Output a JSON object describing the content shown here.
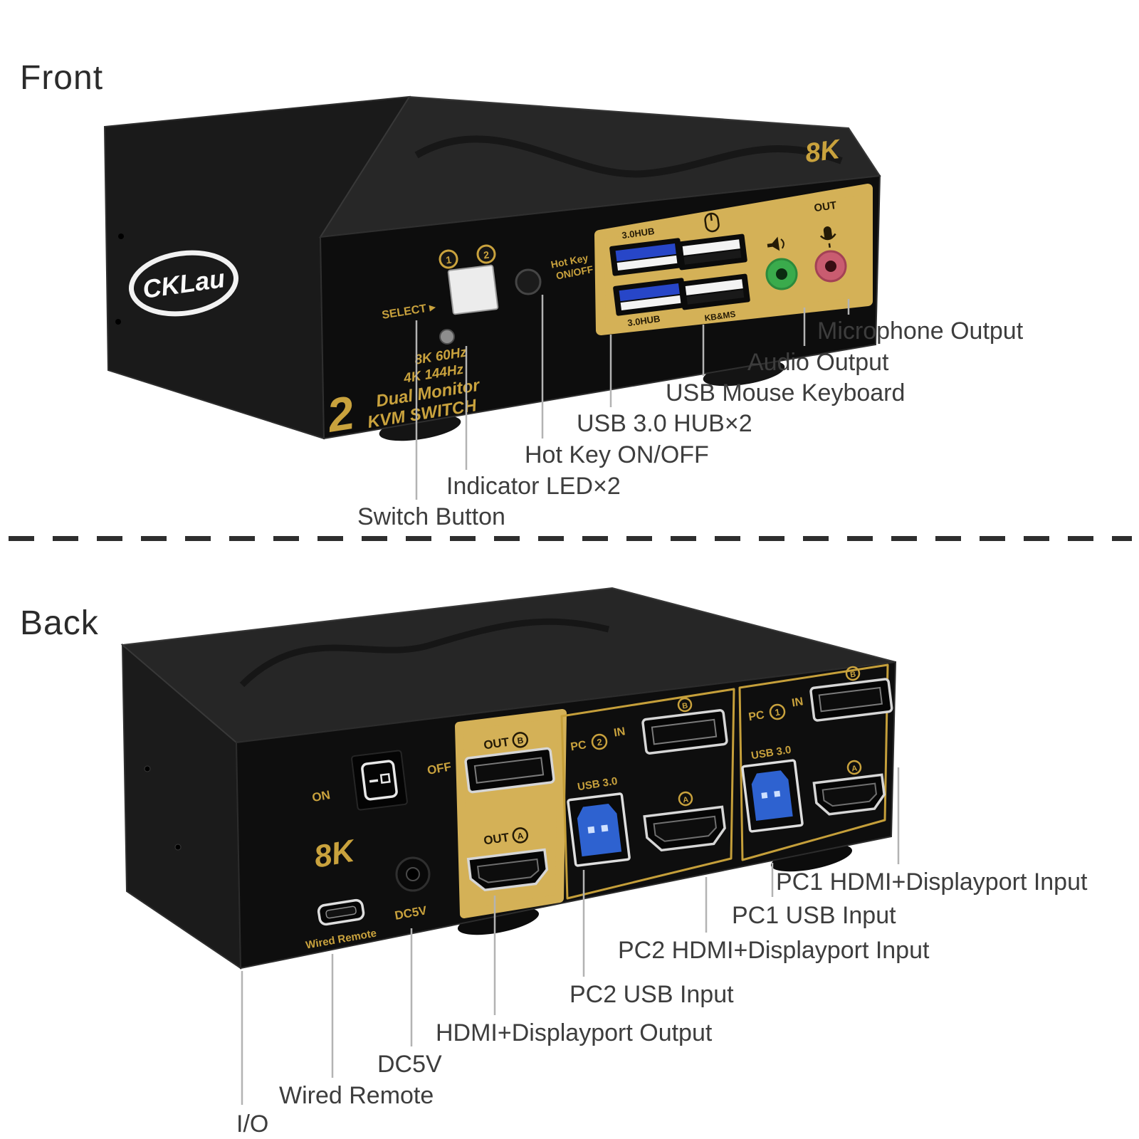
{
  "sections": {
    "front": "Front",
    "back": "Back"
  },
  "front_device": {
    "brand": "CKLau",
    "badge": "8K",
    "select_label": "SELECT ▸",
    "led1": "1",
    "led2": "2",
    "hotkey_line1": "Hot Key",
    "hotkey_line2": "ON/OFF",
    "spec_line1": "8K 60Hz",
    "spec_line2": "4K 144Hz",
    "spec_line3": "Dual Monitor",
    "spec_line4": "KVM SWITCH",
    "port_count": "2",
    "hub_label_top": "3.0HUB",
    "hub_label_bottom": "3.0HUB",
    "kb_ms_label": "KB&MS",
    "out_label": "OUT"
  },
  "back_device": {
    "badge": "8K",
    "on": "ON",
    "off": "OFF",
    "out": "OUT",
    "letter_a": "A",
    "letter_b": "B",
    "pc": "PC",
    "in": "IN",
    "pc1_num": "1",
    "pc2_num": "2",
    "usb3": "USB 3.0",
    "dc_label": "DC5V",
    "wired_remote_label": "Wired Remote"
  },
  "front_annotations": [
    {
      "label": "Microphone Output"
    },
    {
      "label": "Audio Output"
    },
    {
      "label": "USB Mouse Keyboard"
    },
    {
      "label": "USB 3.0 HUB×2"
    },
    {
      "label": "Hot Key ON/OFF"
    },
    {
      "label": "Indicator LED×2"
    },
    {
      "label": "Switch Button"
    }
  ],
  "back_annotations": [
    {
      "label": "PC1 HDMI+Displayport Input"
    },
    {
      "label": "PC1 USB Input"
    },
    {
      "label": "PC2 HDMI+Displayport Input"
    },
    {
      "label": "PC2 USB Input"
    },
    {
      "label": "HDMI+Displayport Output"
    },
    {
      "label": "DC5V"
    },
    {
      "label": "Wired Remote"
    },
    {
      "label": "I/O"
    }
  ]
}
